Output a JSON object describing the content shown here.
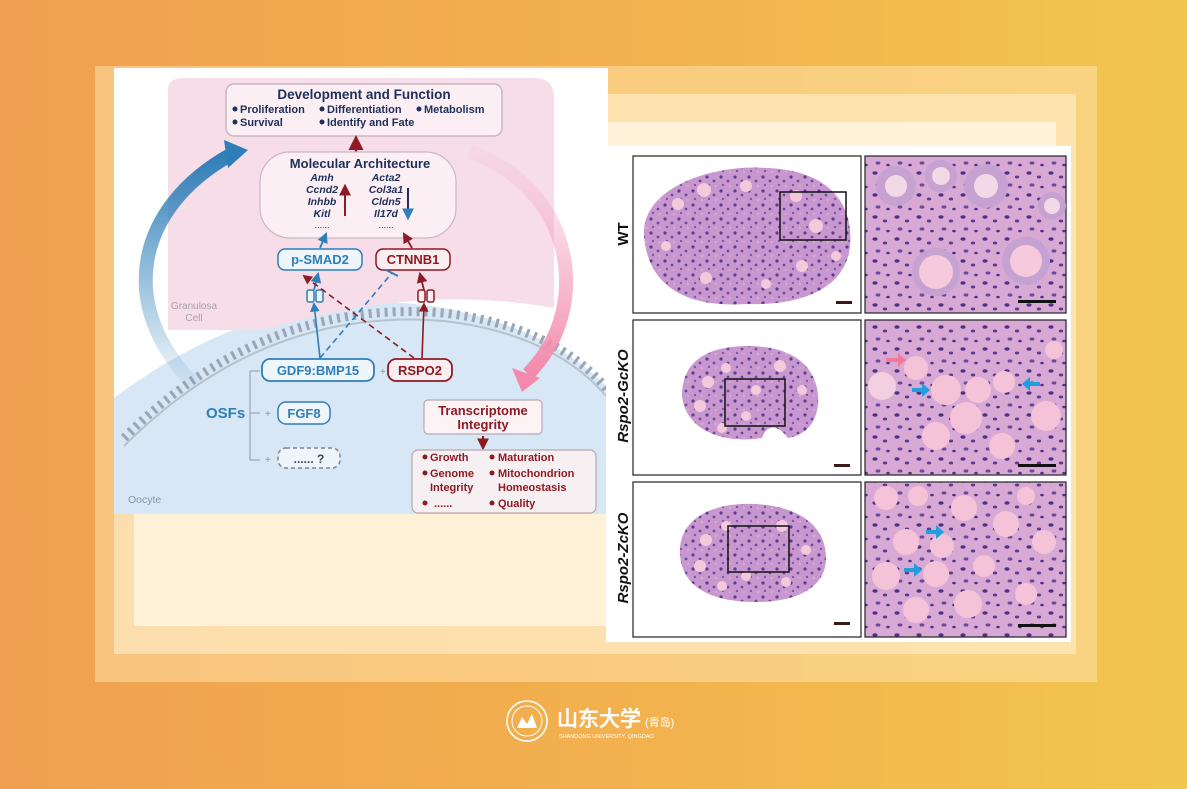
{
  "diagram": {
    "title": "Development and Function",
    "functions": [
      "Proliferation",
      "Differentiation",
      "Metabolism",
      "Survival",
      "Identify and Fate"
    ],
    "molecular_title": "Molecular Architecture",
    "up_genes": [
      "Amh",
      "Ccnd2",
      "Inhbb",
      "Kitl",
      "......"
    ],
    "down_genes": [
      "Acta2",
      "Col3a1",
      "Cldn5",
      "Il17d",
      "......"
    ],
    "psmad2": "p-SMAD2",
    "ctnnb1": "CTNNB1",
    "granulosa_label": "Granulosa",
    "cell_label": "Cell",
    "gdf9": "GDF9:BMP15",
    "plus": "+",
    "rspo2": "RSPO2",
    "osfs": "OSFs",
    "fgf8": "FGF8",
    "unknown": "......  ?",
    "transcriptome_title_1": "Transcriptome",
    "transcriptome_title_2": "Integrity",
    "outcomes_left": [
      "Growth",
      "Genome",
      "Integrity",
      "......"
    ],
    "outcomes_right": [
      "Maturation",
      "Mitochondrion",
      "Homeostasis",
      "Quality"
    ],
    "oocyte_label": "Oocyte",
    "colors": {
      "blue": "#2e7fb8",
      "red": "#8e1a24",
      "navy": "#1d2f5a",
      "pink_bg": "#f6dde8",
      "oocyte_bg": "#d8e7f5"
    }
  },
  "histology": {
    "rows": [
      "WT",
      "Rspo2-GcKO",
      "Rspo2-ZcKO"
    ],
    "colors": {
      "stain_bg": "#d8a8d8",
      "follicle": "#f5c9dc",
      "arrow_blue": "#1f9fe0",
      "arrow_pink": "#f07a98"
    }
  },
  "logo": {
    "name_cn": "山东大学",
    "campus_cn": "(青岛)",
    "name_en": "SHANDONG UNIVERSITY, QINGDAO"
  }
}
